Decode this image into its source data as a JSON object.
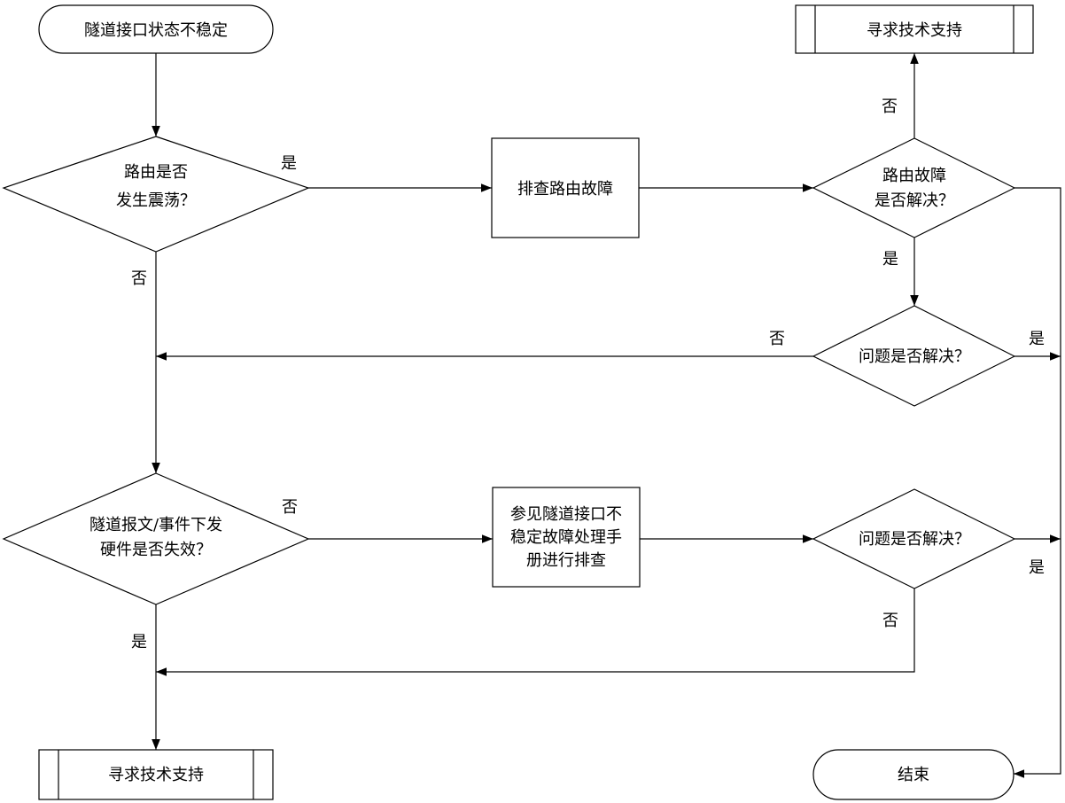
{
  "nodes": {
    "start": "隧道接口状态不稳定",
    "support_top": "寻求技术支持",
    "route_flap": [
      "路由是否",
      "发生震荡？"
    ],
    "check_route": "排查路由故障",
    "route_fixed": [
      "路由故障",
      "是否解决？"
    ],
    "problem_solved_1": "问题是否解决？",
    "packet_invalid": [
      "隧道报文/事件下发",
      "硬件是否失效？"
    ],
    "manual": [
      "参见隧道接口不",
      "稳定故障处理手",
      "册进行排查"
    ],
    "problem_solved_2": "问题是否解决？",
    "support_bottom": "寻求技术支持",
    "end": "结束"
  },
  "edge_labels": {
    "yes": "是",
    "no": "否"
  }
}
